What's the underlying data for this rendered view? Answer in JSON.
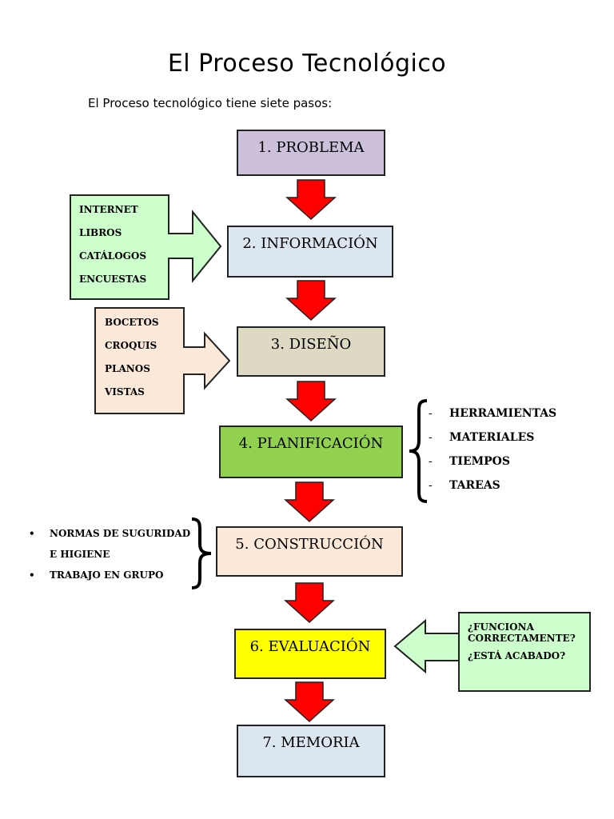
{
  "title": "El Proceso Tecnológico",
  "subtitle": "El Proceso tecnológico tiene siete pasos:",
  "steps": [
    {
      "label": "1. PROBLEMA",
      "color": "#ccc0da"
    },
    {
      "label": "2. INFORMACIÓN",
      "color": "#dce6f1"
    },
    {
      "label": "3. DISEÑO",
      "color": "#ddd9c3"
    },
    {
      "label": "4. PLANIFICACIÓN",
      "color": "#92d050"
    },
    {
      "label": "5. CONSTRUCCIÓN",
      "color": "#fde9d9"
    },
    {
      "label": "6. EVALUACIÓN",
      "color": "#ffff00"
    },
    {
      "label": "7. MEMORIA",
      "color": "#dce6f1"
    }
  ],
  "informacion_sources": {
    "items": [
      "INTERNET",
      "LIBROS",
      "CATÁLOGOS",
      "ENCUESTAS"
    ],
    "color": "#ccffcc"
  },
  "diseno_sources": {
    "items": [
      "BOCETOS",
      "CROQUIS",
      "PLANOS",
      "VISTAS"
    ],
    "color": "#fde9d9"
  },
  "planificacion_list": {
    "marker": "-",
    "items": [
      "HERRAMIENTAS",
      "MATERIALES",
      "TIEMPOS",
      "TAREAS"
    ]
  },
  "construccion_list": {
    "marker": "•",
    "items": [
      "NORMAS DE SUGURIDAD",
      "E HIGIENE",
      "TRABAJO EN GRUPO"
    ]
  },
  "evaluacion_questions": {
    "items": [
      "¿FUNCIONA",
      "CORRECTAMENTE?",
      "¿ESTÁ ACABADO?"
    ],
    "color": "#ccffcc"
  },
  "colors": {
    "arrow_fill": "#ff0000",
    "border": "#222222"
  }
}
